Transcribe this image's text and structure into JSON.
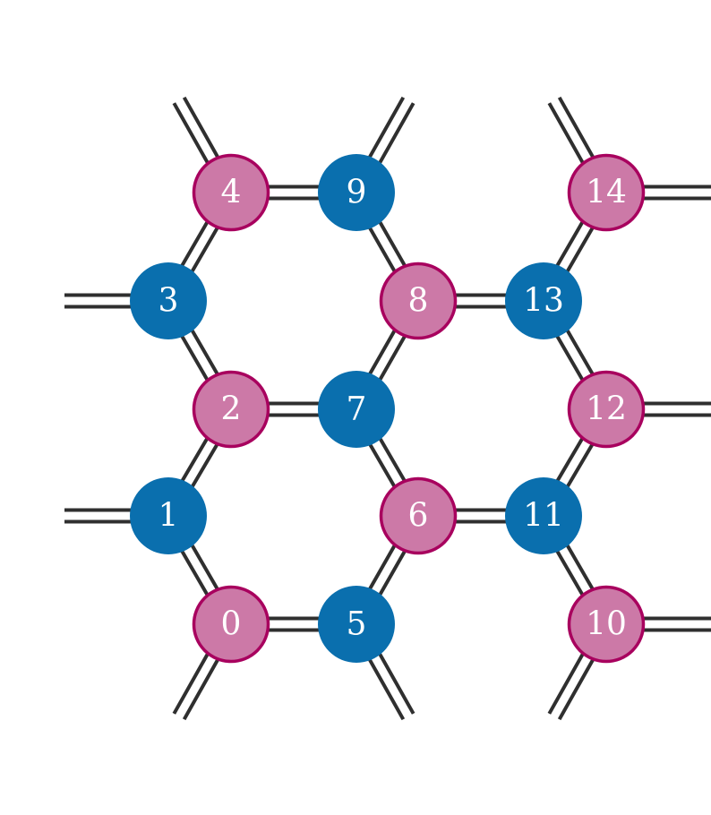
{
  "colors": {
    "edge": "#2f2f2f",
    "blue_fill": "#0a6fae",
    "pink_fill": "#cc79a7",
    "pink_stroke": "#a8005e",
    "label": "#ffffff"
  },
  "nodes": [
    {
      "id": "0",
      "label": "0",
      "kind": "pink"
    },
    {
      "id": "1",
      "label": "1",
      "kind": "blue"
    },
    {
      "id": "2",
      "label": "2",
      "kind": "pink"
    },
    {
      "id": "3",
      "label": "3",
      "kind": "blue"
    },
    {
      "id": "4",
      "label": "4",
      "kind": "pink"
    },
    {
      "id": "5",
      "label": "5",
      "kind": "blue"
    },
    {
      "id": "6",
      "label": "6",
      "kind": "pink"
    },
    {
      "id": "7",
      "label": "7",
      "kind": "blue"
    },
    {
      "id": "8",
      "label": "8",
      "kind": "pink"
    },
    {
      "id": "9",
      "label": "9",
      "kind": "blue"
    },
    {
      "id": "10",
      "label": "10",
      "kind": "pink"
    },
    {
      "id": "11",
      "label": "11",
      "kind": "blue"
    },
    {
      "id": "12",
      "label": "12",
      "kind": "pink"
    },
    {
      "id": "13",
      "label": "13",
      "kind": "blue"
    },
    {
      "id": "14",
      "label": "14",
      "kind": "pink"
    }
  ],
  "edges": [
    [
      "0",
      "1"
    ],
    [
      "1",
      "2"
    ],
    [
      "2",
      "3"
    ],
    [
      "3",
      "4"
    ],
    [
      "4",
      "9"
    ],
    [
      "9",
      "8"
    ],
    [
      "8",
      "7"
    ],
    [
      "7",
      "2"
    ],
    [
      "7",
      "6"
    ],
    [
      "6",
      "5"
    ],
    [
      "5",
      "0"
    ],
    [
      "8",
      "13"
    ],
    [
      "13",
      "12"
    ],
    [
      "12",
      "11"
    ],
    [
      "11",
      "6"
    ],
    [
      "11",
      "10"
    ],
    [
      "13",
      "14"
    ]
  ]
}
